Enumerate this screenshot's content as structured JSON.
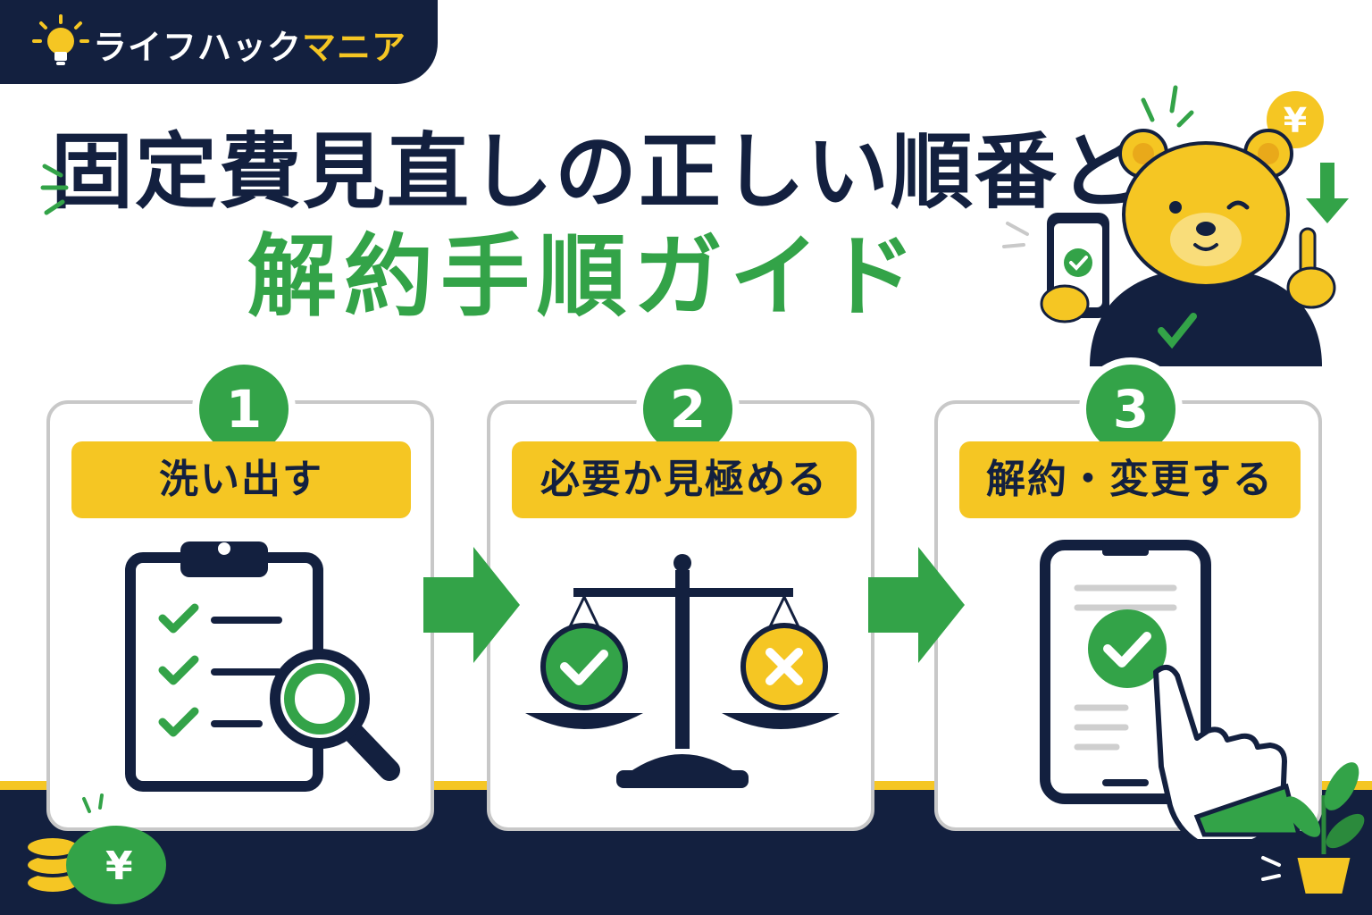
{
  "brand": {
    "name_part1": "ライフハック",
    "name_part2": "マニア",
    "icon": "lightbulb-icon"
  },
  "title": {
    "line1": "固定費見直しの正しい順番と",
    "line2": "解約手順ガイド"
  },
  "steps": [
    {
      "number": "1",
      "label": "洗い出す",
      "icon": "clipboard-magnifier-icon"
    },
    {
      "number": "2",
      "label": "必要か見極める",
      "icon": "balance-scale-icon"
    },
    {
      "number": "3",
      "label": "解約・変更する",
      "icon": "smartphone-tap-icon"
    }
  ],
  "decor": {
    "currency_symbol": "¥"
  },
  "colors": {
    "navy": "#13203f",
    "green": "#33a348",
    "yellow": "#f5c623",
    "card_border": "#c8c8c8"
  }
}
